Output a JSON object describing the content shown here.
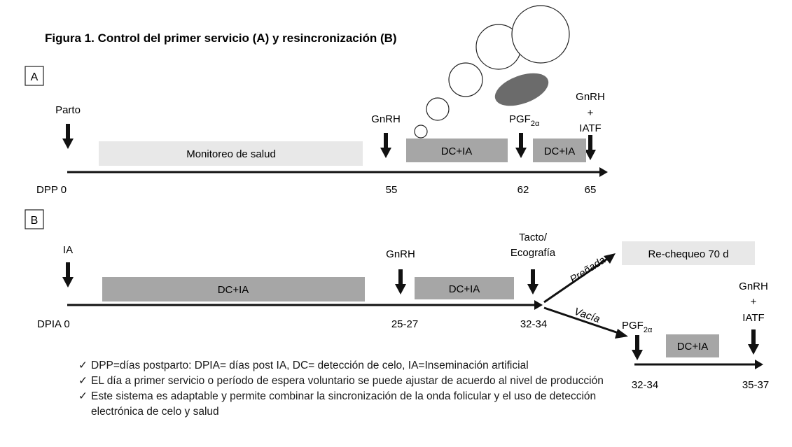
{
  "title": "Figura 1. Control del primer servicio (A) y resincronización (B)",
  "colors": {
    "box_light": "#e8e8e8",
    "box_dark": "#a6a6a6",
    "ellipse": "#6b6b6b",
    "arrow": "#111111"
  },
  "panel_a": {
    "label": "A",
    "parto": "Parto",
    "gnrh": "GnRH",
    "pgf_base": "PGF",
    "pgf_sub": "2α",
    "gnrh_final_line1": "GnRH",
    "gnrh_final_line2": "+",
    "gnrh_final_line3": "IATF",
    "box_monitoreo": "Monitoreo de salud",
    "box_dcia_1": "DC+IA",
    "box_dcia_2": "DC+IA",
    "axis_start": "DPP 0",
    "tick_55": "55",
    "tick_62": "62",
    "tick_65": "65"
  },
  "panel_b": {
    "label": "B",
    "ia": "IA",
    "gnrh": "GnRH",
    "tacto_line1": "Tacto/",
    "tacto_line2": "Ecografía",
    "prenada": "Preñada",
    "vacia": "Vacía",
    "rechequeo": "Re-chequeo 70 d",
    "pgf_base": "PGF",
    "pgf_sub": "2α",
    "gnrh_final_line1": "GnRH",
    "gnrh_final_line2": "+",
    "gnrh_final_line3": "IATF",
    "box_dcia_1": "DC+IA",
    "box_dcia_2": "DC+IA",
    "box_dcia_3": "DC+IA",
    "axis_start": "DPIA 0",
    "tick_25_27": "25-27",
    "tick_32_34": "32-34",
    "tick_32_34_b": "32-34",
    "tick_35_37": "35-37"
  },
  "notes": {
    "check": "✓",
    "note1": "DPP=días postparto: DPIA= días post IA, DC= detección de celo, IA=Inseminación artificial",
    "note2": "EL día a primer servicio o período de espera voluntario se puede  ajustar de acuerdo al nivel de producción",
    "note3": "Este sistema es adaptable y permite combinar la sincronización de la onda folicular y el uso de detección electrónica de celo y salud"
  }
}
